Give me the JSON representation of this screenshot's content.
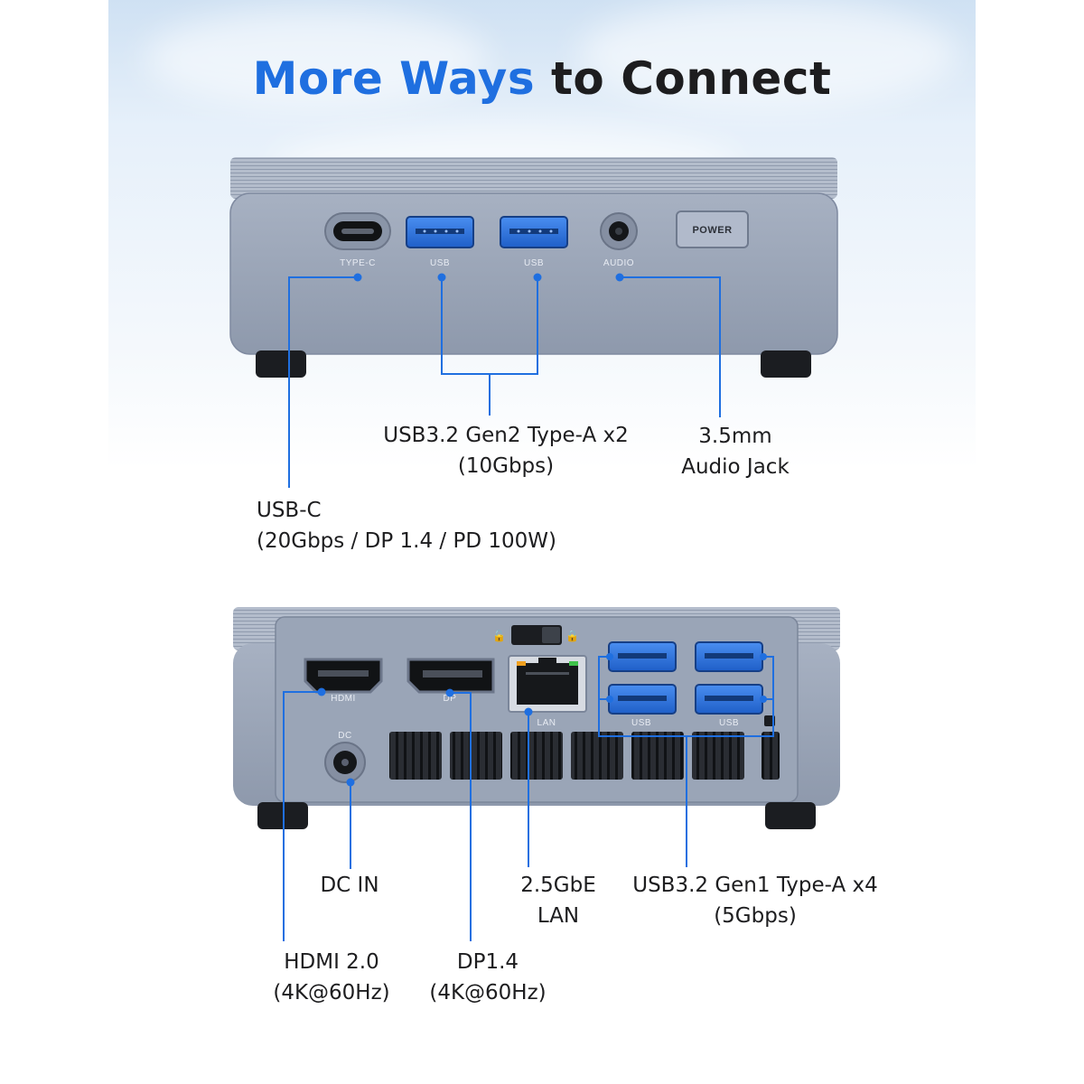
{
  "headline": {
    "part1": "More Ways",
    "part2": "to Connect"
  },
  "front_ports": {
    "type_c": "TYPE-C",
    "usb1": "USB",
    "usb2": "USB",
    "audio": "AUDIO",
    "power": "POWER"
  },
  "front_callouts": {
    "usb_a": {
      "line1": "USB3.2 Gen2 Type-A x2",
      "line2": "(10Gbps)"
    },
    "audio": {
      "line1": "3.5mm",
      "line2": "Audio Jack"
    },
    "usb_c": {
      "line1": "USB-C",
      "line2": "(20Gbps / DP 1.4 / PD 100W)"
    }
  },
  "rear_ports": {
    "hdmi": "HDMI",
    "dp": "DP",
    "lan": "LAN",
    "usb1": "USB",
    "usb2": "USB",
    "dc": "DC"
  },
  "rear_callouts": {
    "dc_in": {
      "line1": "DC IN"
    },
    "lan": {
      "line1": "2.5GbE",
      "line2": "LAN"
    },
    "usb_a": {
      "line1": "USB3.2 Gen1 Type-A x4",
      "line2": "(5Gbps)"
    },
    "hdmi": {
      "line1": "HDMI 2.0",
      "line2": "(4K@60Hz)"
    },
    "dp": {
      "line1": "DP1.4",
      "line2": "(4K@60Hz)"
    }
  },
  "colors": {
    "accent": "#1f6fe0",
    "callout_line": "#1f6fe0",
    "usb_port_blue": "#2a6fd6",
    "chassis": "#9aa5b8"
  }
}
